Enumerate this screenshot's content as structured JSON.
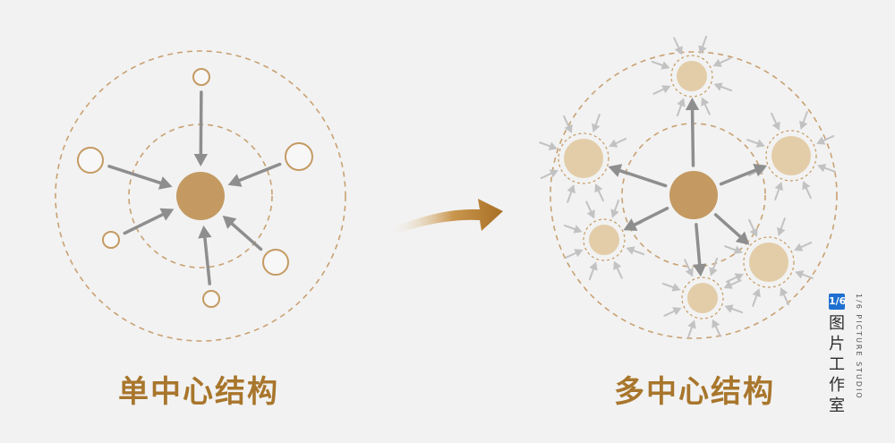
{
  "captions": {
    "left": "单中心结构",
    "right": "多中心结构"
  },
  "logo": {
    "badge": "1/6",
    "cn": "图片工作室",
    "en": "1/6 PICTURE STUDIO"
  },
  "colors": {
    "background": "#f2f2f2",
    "dashed_circle": "#c9a172",
    "center_node": "#c49a62",
    "satellite_fill": "#e3cda9",
    "satellite_stroke": "#c49a62",
    "arrow_dark": "#8e8e8e",
    "arrow_light": "#c2c2c2",
    "caption": "#a8762c",
    "transition_arrow": "#b17a2c"
  }
}
